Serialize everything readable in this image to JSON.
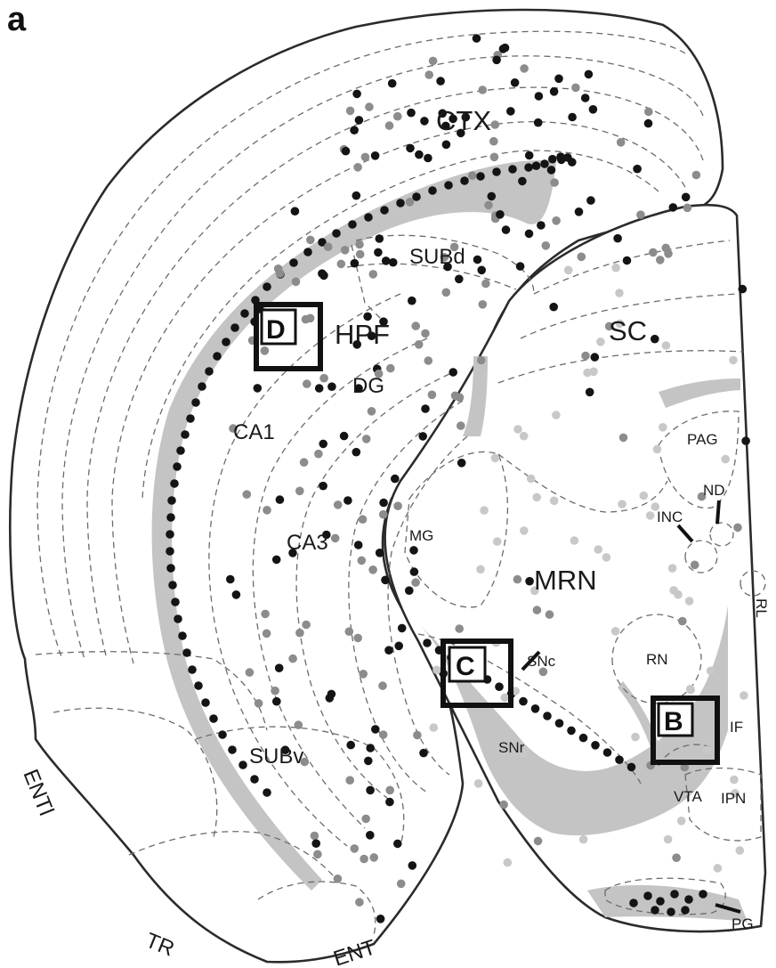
{
  "figure": {
    "panel_letter": "a",
    "regions": {
      "ctx": "CTX",
      "subd": "SUBd",
      "hpf": "HPF",
      "sc": "SC",
      "dg": "DG",
      "ca1": "CA1",
      "pag": "PAG",
      "nd": "ND",
      "inc": "INC",
      "mg": "MG",
      "ca3": "CA3",
      "mrn": "MRN",
      "rl": "RL",
      "snc": "SNc",
      "rn": "RN",
      "if": "IF",
      "snr": "SNr",
      "subv": "SUBv",
      "vta": "VTA",
      "ipn": "IPN",
      "enti": "ENTl",
      "pg": "PG",
      "tr": "TR",
      "ent": "ENT"
    },
    "boxes": {
      "d": "D",
      "c": "C",
      "b": "B"
    },
    "colors": {
      "outline": "#2b2b2b",
      "fiber": "#c4c4c4",
      "dashed": "#6b6b6b",
      "dot_dark": "#141414",
      "dot_mid": "#8c8c8c",
      "dot_light": "#c8c8c8"
    }
  }
}
